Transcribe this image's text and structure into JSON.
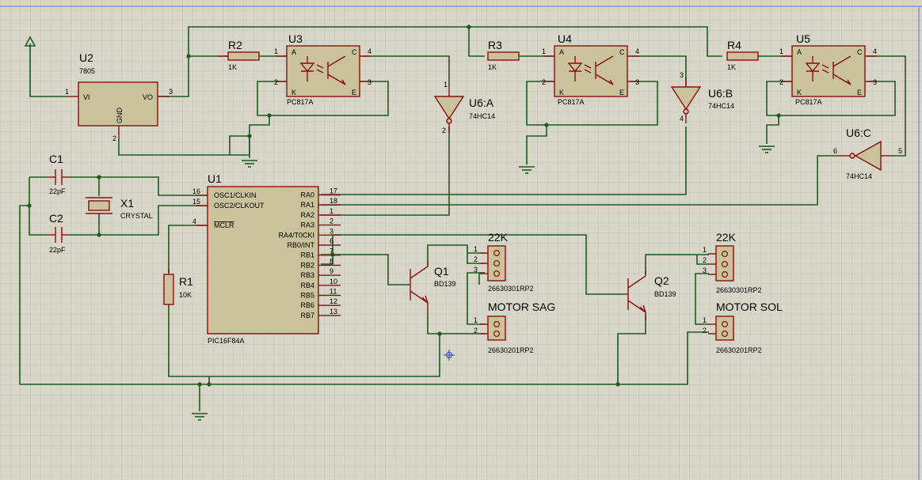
{
  "components": {
    "u2": {
      "ref": "U2",
      "value": "7805",
      "pins": {
        "vi": "VI",
        "vo": "VO",
        "gnd": "GND",
        "vi_num": "1",
        "vo_num": "3",
        "gnd_num": "2"
      }
    },
    "u1": {
      "ref": "U1",
      "value": "PIC16F84A",
      "left_pins": [
        {
          "name": "OSC1/CLKIN",
          "num": "16"
        },
        {
          "name": "OSC2/CLKOUT",
          "num": "15"
        },
        {
          "name": "MCLR",
          "num": "4"
        }
      ],
      "right_pins": [
        {
          "name": "RA0",
          "num": "17"
        },
        {
          "name": "RA1",
          "num": "18"
        },
        {
          "name": "RA2",
          "num": "1"
        },
        {
          "name": "RA3",
          "num": "2"
        },
        {
          "name": "RA4/T0CKI",
          "num": "3"
        },
        {
          "name": "RB0/INT",
          "num": "6"
        },
        {
          "name": "RB1",
          "num": "7"
        },
        {
          "name": "RB2",
          "num": "8"
        },
        {
          "name": "RB3",
          "num": "9"
        },
        {
          "name": "RB4",
          "num": "10"
        },
        {
          "name": "RB5",
          "num": "11"
        },
        {
          "name": "RB6",
          "num": "12"
        },
        {
          "name": "RB7",
          "num": "13"
        }
      ]
    },
    "r1": {
      "ref": "R1",
      "value": "10K"
    },
    "r2": {
      "ref": "R2",
      "value": "1K"
    },
    "r3": {
      "ref": "R3",
      "value": "1K"
    },
    "r4": {
      "ref": "R4",
      "value": "1K"
    },
    "c1": {
      "ref": "C1",
      "value": "22pF"
    },
    "c2": {
      "ref": "C2",
      "value": "22pF"
    },
    "x1": {
      "ref": "X1",
      "value": "CRYSTAL"
    },
    "u3": {
      "ref": "U3",
      "value": "PC817A"
    },
    "u4": {
      "ref": "U4",
      "value": "PC817A"
    },
    "u5": {
      "ref": "U5",
      "value": "PC817A"
    },
    "opto_pins": {
      "a": "A",
      "c": "C",
      "k": "K",
      "e": "E",
      "p1": "1",
      "p2": "2",
      "p3": "3",
      "p4": "4"
    },
    "u6a": {
      "ref": "U6:A",
      "value": "74HC14",
      "in": "1",
      "out": "2"
    },
    "u6b": {
      "ref": "U6:B",
      "value": "74HC14",
      "in": "3",
      "out": "4"
    },
    "u6c": {
      "ref": "U6:C",
      "value": "74HC14",
      "in": "5",
      "out": "6"
    },
    "q1": {
      "ref": "Q1",
      "value": "BD139"
    },
    "q2": {
      "ref": "Q2",
      "value": "BD139"
    },
    "pot1": {
      "ref": "22K",
      "value": "26630301RP2",
      "pins": [
        "1",
        "2",
        "3"
      ]
    },
    "pot2": {
      "ref": "22K",
      "value": "26630301RP2",
      "pins": [
        "1",
        "2",
        "3"
      ]
    },
    "motor1": {
      "ref": "MOTOR SAG",
      "value": "26630201RP2",
      "pins": [
        "1",
        "2"
      ]
    },
    "motor2": {
      "ref": "MOTOR SOL",
      "value": "26630201RP2",
      "pins": [
        "1",
        "2"
      ]
    }
  },
  "colors": {
    "background": "#d8d6c8",
    "grid": "#b9b7a8",
    "wire": "#1f5a1f",
    "component": "#8a0f0f",
    "body": "#c9c29a"
  }
}
